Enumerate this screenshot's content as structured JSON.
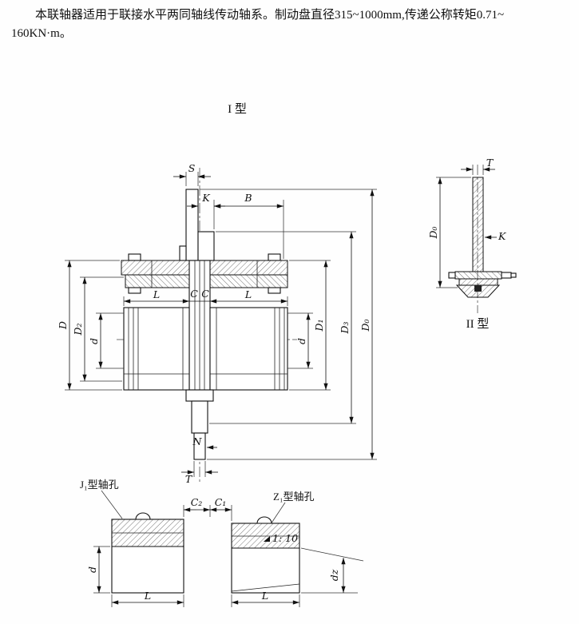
{
  "description": {
    "line1": "本联轴器适用于联接水平两同轴线传动轴系。制动盘直径315~1000mm,传递公称转矩0.71~",
    "line2": "160KN·m。"
  },
  "titles": {
    "type1": "I 型",
    "type2": "II 型"
  },
  "dims_type1": {
    "s": "S",
    "k": "K",
    "b": "B",
    "l_left": "L",
    "c_left": "C",
    "c_right": "C",
    "l_right": "L",
    "D": "D",
    "D2": "D₂",
    "d_left": "d",
    "d_right": "d",
    "D1": "D₁",
    "D3": "D₃",
    "D0": "D₀",
    "n": "N",
    "t": "T"
  },
  "dims_type2": {
    "t": "T",
    "k": "K",
    "D0": "D₀"
  },
  "hole_labels": {
    "j1": "J₁型轴孔",
    "z1": "Z₁型轴孔"
  },
  "dims_holes": {
    "c2": "C₂",
    "c1": "C₁",
    "d": "d",
    "l_j1": "L",
    "l_z1": "L",
    "dz": "dz",
    "taper": "1: 10"
  }
}
